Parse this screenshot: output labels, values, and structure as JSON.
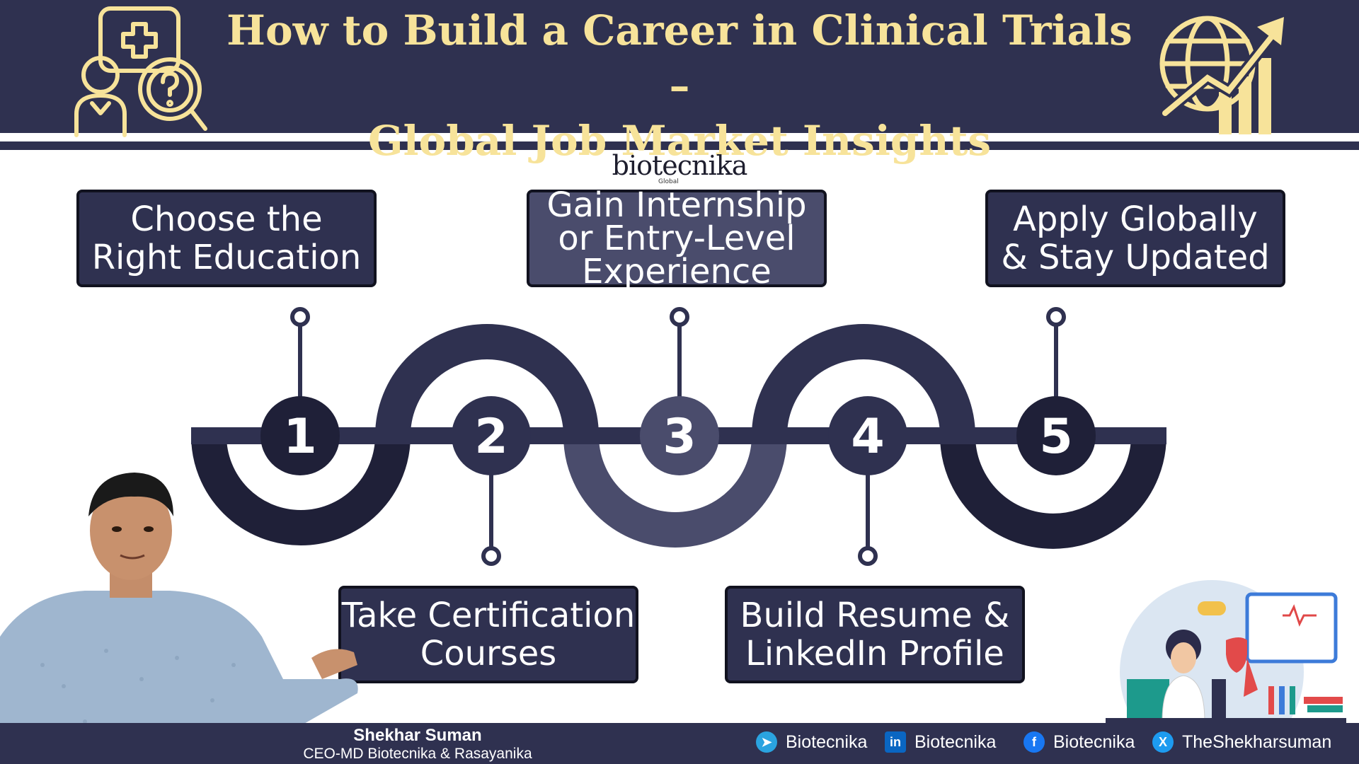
{
  "header": {
    "title_line1": "How to Build a Career in Clinical Trials –",
    "title_line2": "Global Job Market Insights"
  },
  "brand": {
    "name": "biotecnika",
    "sub": "Global"
  },
  "steps": [
    {
      "number": "1",
      "line1": "Choose the",
      "line2": "Right Education",
      "line3": ""
    },
    {
      "number": "2",
      "line1": "Take Certification",
      "line2": "Courses",
      "line3": ""
    },
    {
      "number": "3",
      "line1": "Gain Internship",
      "line2": "or Entry-Level",
      "line3": "Experience"
    },
    {
      "number": "4",
      "line1": "Build Resume &",
      "line2": "LinkedIn Profile",
      "line3": ""
    },
    {
      "number": "5",
      "line1": "Apply Globally",
      "line2": "& Stay Updated",
      "line3": ""
    }
  ],
  "presenter": {
    "name": "Shekhar Suman",
    "role": "CEO-MD Biotecnika & Rasayanika"
  },
  "socials": [
    {
      "platform": "telegram-icon",
      "handle": "Biotecnika"
    },
    {
      "platform": "linkedin-icon",
      "handle": "Biotecnika"
    },
    {
      "platform": "facebook-icon",
      "handle": "Biotecnika"
    },
    {
      "platform": "x-icon",
      "handle": "TheShekharsuman"
    }
  ],
  "colors": {
    "navy": "#2f3150",
    "dark_navy": "#1f2038",
    "slate": "#4a4c6c",
    "gold": "#f7e39a",
    "white": "#ffffff"
  }
}
